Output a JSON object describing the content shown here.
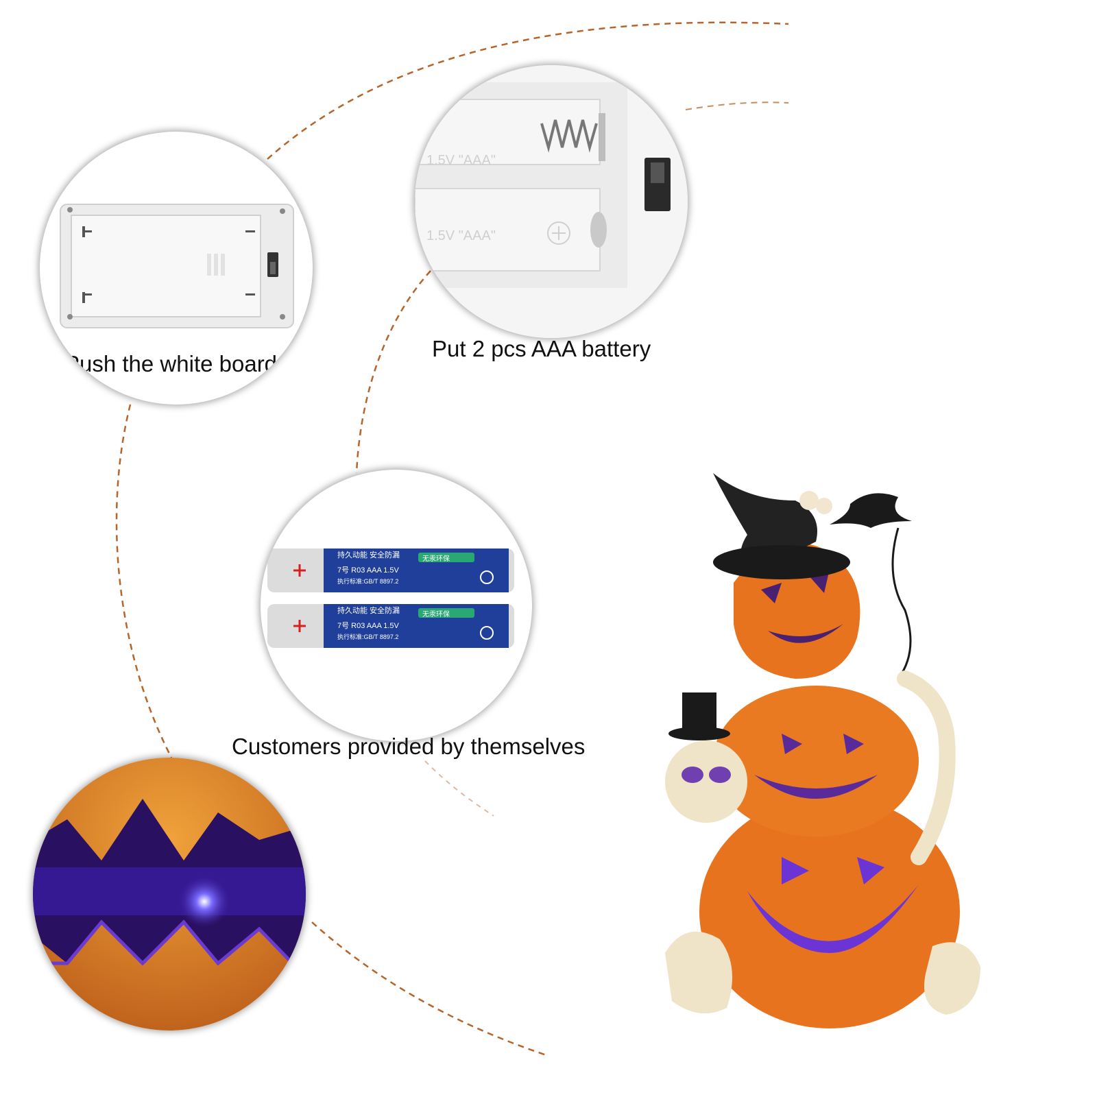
{
  "steps": [
    {
      "caption": "Push the white board",
      "icon": "battery-cover-icon"
    },
    {
      "caption": "Put 2 pcs AAA battery",
      "icon": "battery-compartment-icon"
    },
    {
      "caption": "Customers provided by themselves",
      "icon": "aaa-batteries-icon"
    }
  ],
  "battery": {
    "label_cn_1": "持久动能 安全防漏",
    "label_cn_2": "无汞环保",
    "label_model": "7号 R03 AAA 1.5V",
    "label_std": "执行标准:GB/T 8897.2",
    "compartment_label": "1.5V \"AAA\""
  },
  "colors": {
    "dashed_line": "#b5652a",
    "pumpkin": "#e8731f",
    "glow": "#7a3cff",
    "battery_blue": "#1f3f9a"
  },
  "product": {
    "name": "pumpkin-skeleton-figurine-icon"
  },
  "detail": {
    "name": "led-glow-closeup-icon"
  }
}
